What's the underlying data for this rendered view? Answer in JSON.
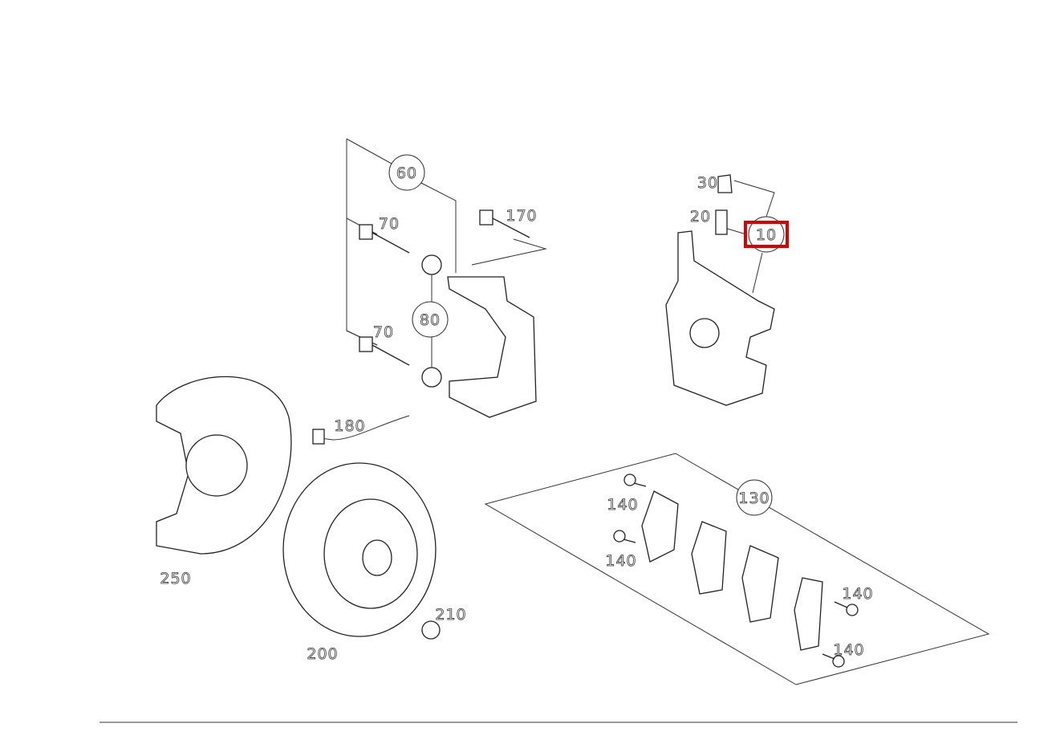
{
  "diagram": {
    "callouts": [
      {
        "id": "60",
        "circled": true
      },
      {
        "id": "70a",
        "text": "70"
      },
      {
        "id": "70b",
        "text": "70"
      },
      {
        "id": "80",
        "circled": true
      },
      {
        "id": "170",
        "text": "170"
      },
      {
        "id": "30",
        "text": "30"
      },
      {
        "id": "20",
        "text": "20"
      },
      {
        "id": "10",
        "circled": true,
        "highlighted": true
      },
      {
        "id": "180",
        "text": "180"
      },
      {
        "id": "250",
        "text": "250"
      },
      {
        "id": "200",
        "text": "200"
      },
      {
        "id": "210",
        "text": "210"
      },
      {
        "id": "130",
        "circled": true
      },
      {
        "id": "140a",
        "text": "140"
      },
      {
        "id": "140b",
        "text": "140"
      },
      {
        "id": "140c",
        "text": "140"
      },
      {
        "id": "140d",
        "text": "140"
      }
    ],
    "highlight_color": "#e00000"
  }
}
